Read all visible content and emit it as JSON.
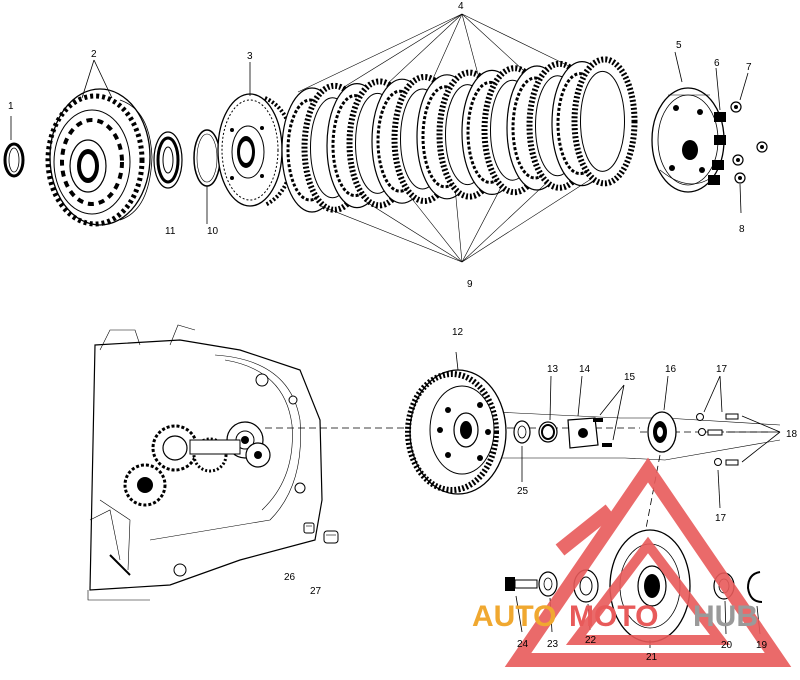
{
  "callouts": [
    {
      "id": "1",
      "text": "1"
    },
    {
      "id": "2",
      "text": "2"
    },
    {
      "id": "3",
      "text": "3"
    },
    {
      "id": "4",
      "text": "4"
    },
    {
      "id": "5",
      "text": "5"
    },
    {
      "id": "6",
      "text": "6"
    },
    {
      "id": "7",
      "text": "7"
    },
    {
      "id": "8",
      "text": "8"
    },
    {
      "id": "9",
      "text": "9"
    },
    {
      "id": "10",
      "text": "10"
    },
    {
      "id": "11",
      "text": "11"
    },
    {
      "id": "12",
      "text": "12"
    },
    {
      "id": "13",
      "text": "13"
    },
    {
      "id": "14",
      "text": "14"
    },
    {
      "id": "15",
      "text": "15"
    },
    {
      "id": "16",
      "text": "16"
    },
    {
      "id": "17a",
      "text": "17"
    },
    {
      "id": "17b",
      "text": "17"
    },
    {
      "id": "18",
      "text": "18"
    },
    {
      "id": "19",
      "text": "19"
    },
    {
      "id": "20",
      "text": "20"
    },
    {
      "id": "21",
      "text": "21"
    },
    {
      "id": "22",
      "text": "22"
    },
    {
      "id": "23",
      "text": "23"
    },
    {
      "id": "24",
      "text": "24"
    },
    {
      "id": "25",
      "text": "25"
    },
    {
      "id": "26",
      "text": "26"
    },
    {
      "id": "27",
      "text": "27"
    }
  ],
  "watermark": {
    "part1": "AUTO",
    "part2": "MOTO",
    "part3": "HUB",
    "color_orange": "#f0a830",
    "color_red": "#e85a5a",
    "color_gray": "#9a9a9a"
  }
}
